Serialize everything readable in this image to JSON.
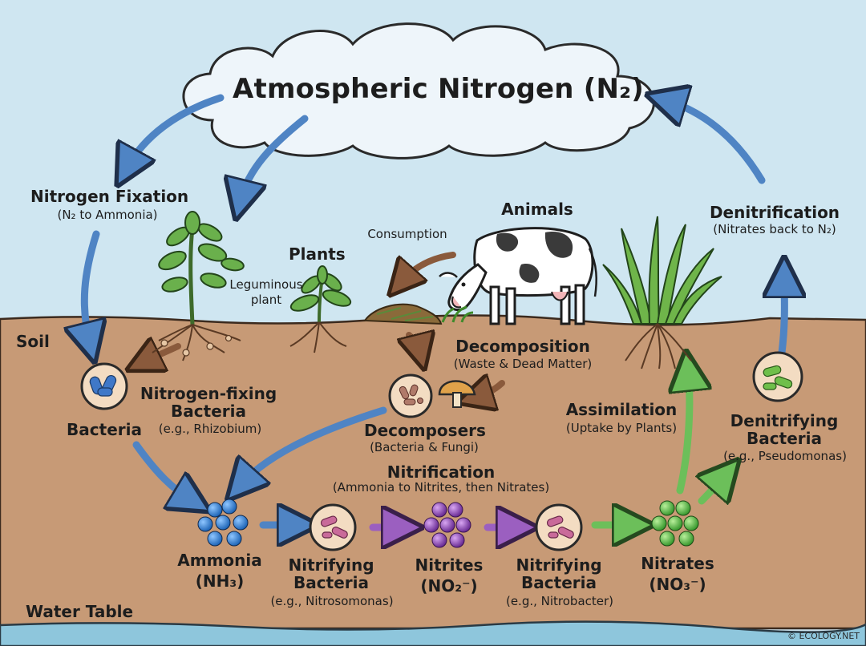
{
  "title": "Atmospheric Nitrogen (N₂)",
  "labels": {
    "nitrogen_fixation": "Nitrogen Fixation",
    "nitrogen_fixation_sub": "(N₂ to Ammonia)",
    "leguminous_plant": "Leguminous plant",
    "plants": "Plants",
    "consumption": "Consumption",
    "animals": "Animals",
    "denitrification": "Denitrification",
    "denitrification_sub": "(Nitrates back to N₂)",
    "soil": "Soil",
    "decomposition": "Decomposition",
    "decomposition_sub": "(Waste & Dead Matter)",
    "bacteria": "Bacteria",
    "nitrogen_fixing_bacteria": "Nitrogen-fixing Bacteria",
    "nitrogen_fixing_example": "(e.g., Rhizobium)",
    "decomposers": "Decomposers",
    "decomposers_sub": "(Bacteria & Fungi)",
    "assimilation": "Assimilation",
    "assimilation_sub": "(Uptake by Plants)",
    "denitrifying_bacteria": "Denitrifying Bacteria",
    "denitrifying_example": "(e.g., Pseudomonas)",
    "nitrification": "Nitrification",
    "nitrification_sub": "(Ammonia to Nitrites, then Nitrates)",
    "ammonia": "Ammonia",
    "ammonia_formula": "(NH₃)",
    "nitrifying_bacteria_1": "Nitrifying Bacteria",
    "nitrifying_example_1": "(e.g., Nitrosomonas)",
    "nitrites": "Nitrites",
    "nitrites_formula": "(NO₂⁻)",
    "nitrifying_bacteria_2": "Nitrifying Bacteria",
    "nitrifying_example_2": "(e.g., Nitrobacter)",
    "nitrates": "Nitrates",
    "nitrates_formula": "(NO₃⁻)",
    "water_table": "Water Table",
    "copyright": "© ECOLOGY.NET"
  },
  "colors": {
    "sky": "#cfe6f1",
    "soil": "#c79a76",
    "water": "#8ec6dc",
    "arrow_blue": "#4f84c4",
    "arrow_brown": "#8a5a3c",
    "arrow_purple": "#9b5fc0",
    "arrow_green": "#6cbf5a",
    "ammonia_blue": "#2f7fd0",
    "nitrite_purple": "#8e46b8",
    "nitrate_green": "#55b548"
  },
  "icons": [
    "cloud-icon",
    "leguminous-plant-icon",
    "plant-icon",
    "cow-icon",
    "dead-matter-icon",
    "grass-icon",
    "mushroom-icon",
    "bacteria-icon"
  ]
}
